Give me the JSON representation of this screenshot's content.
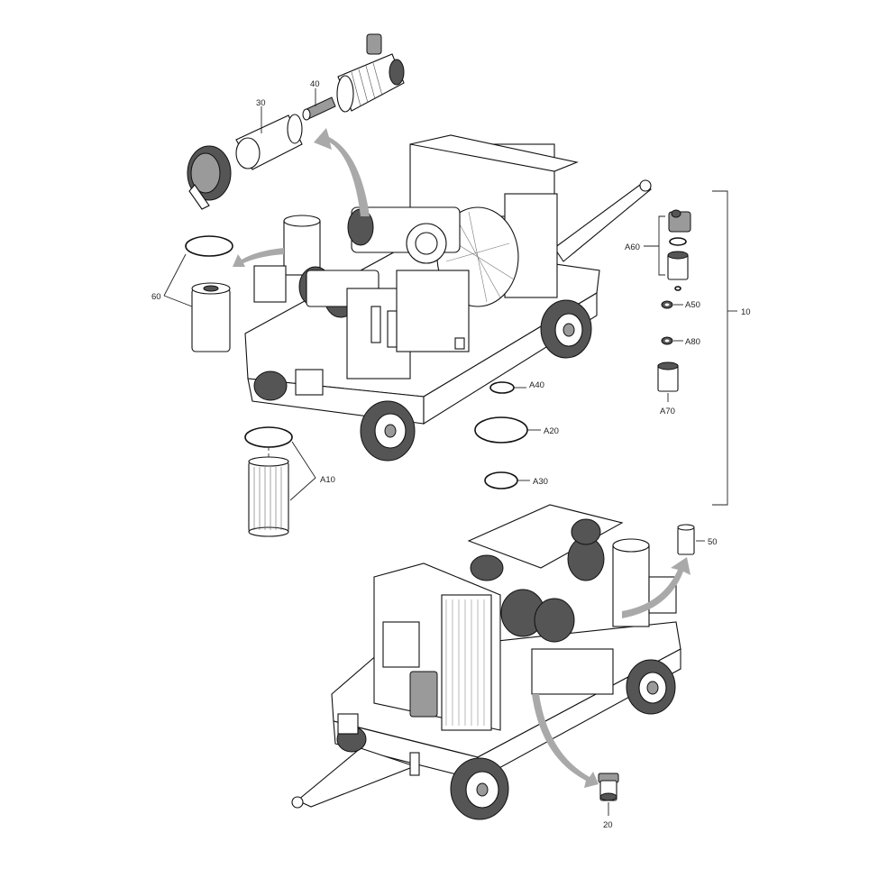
{
  "diagram": {
    "background": "#ffffff",
    "ink": "#111111",
    "arrow_color": "#a9a9a9",
    "labels": {
      "p30": "30",
      "p40": "40",
      "p60": "60",
      "p10": "10",
      "pA60": "A60",
      "pA50": "A50",
      "pA80": "A80",
      "pA70": "A70",
      "pA40": "A40",
      "pA20": "A20",
      "pA30": "A30",
      "pA10": "A10",
      "p50": "50",
      "p20": "20"
    },
    "icons": {
      "machine_top": "compressor-unit-drawing",
      "machine_bottom": "compressor-unit-drawing",
      "air_filter": "air-filter-element",
      "oil_filter": "oil-filter-cartridge",
      "seal": "o-ring-seal",
      "fuel_filter": "fuel-filter-assembly"
    }
  }
}
